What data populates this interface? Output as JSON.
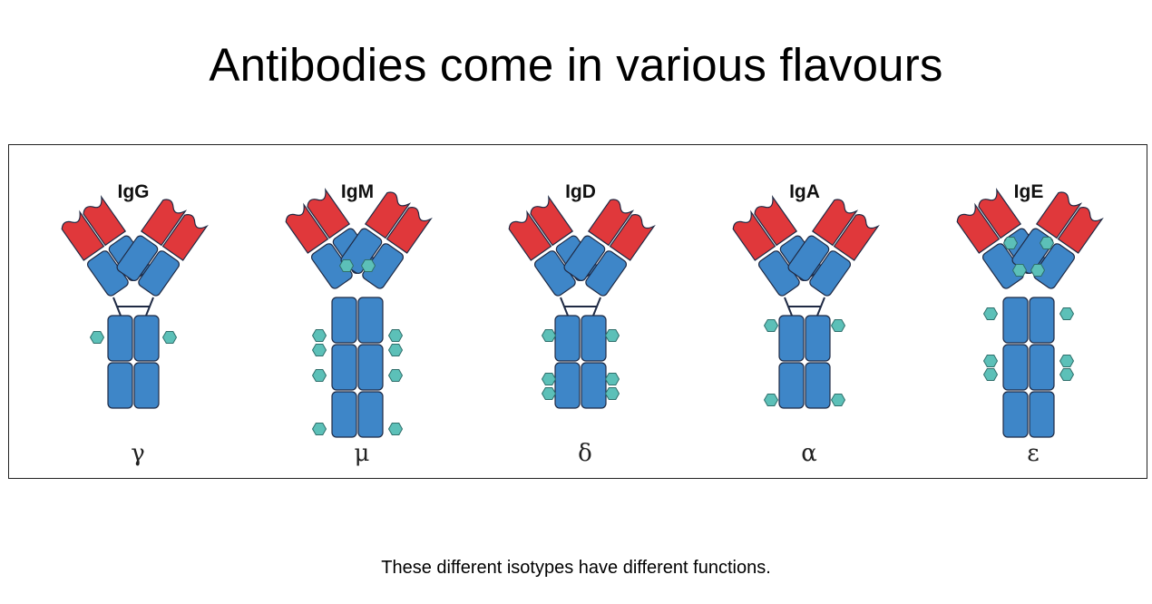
{
  "slide": {
    "title": "Antibodies come in various flavours",
    "caption": "These different isotypes have different functions."
  },
  "colors": {
    "variable_region": "#e0383b",
    "constant_region": "#3e86c8",
    "glycan": "#5cc0b8",
    "outline": "#1f2a44"
  },
  "antibodies": [
    {
      "isotype": "IgG",
      "heavy_chain": "γ"
    },
    {
      "isotype": "IgM",
      "heavy_chain": "μ"
    },
    {
      "isotype": "IgD",
      "heavy_chain": "δ"
    },
    {
      "isotype": "IgA",
      "heavy_chain": "α"
    },
    {
      "isotype": "IgE",
      "heavy_chain": "ε"
    }
  ]
}
